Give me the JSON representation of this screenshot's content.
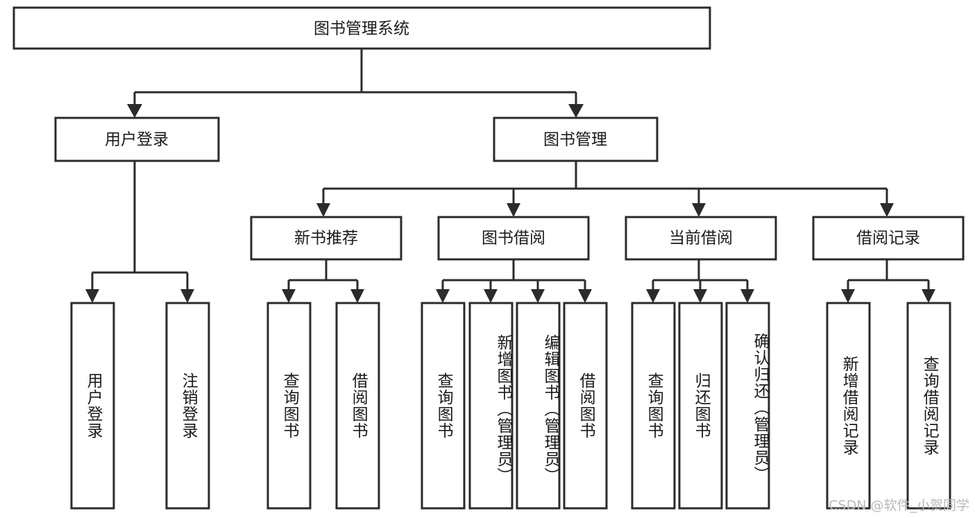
{
  "diagram": {
    "type": "tree",
    "title": "图书管理系统",
    "orientation": "top-down",
    "colors": {
      "box_stroke": "#2b2b2b",
      "box_fill": "#ffffff",
      "text": "#1a1a1a",
      "background": "#ffffff",
      "watermark": "#b9b9b9"
    },
    "root": {
      "id": "root",
      "label": "图书管理系统",
      "orientation": "horizontal"
    },
    "level1": [
      {
        "id": "user-login",
        "label": "用户登录",
        "orientation": "horizontal"
      },
      {
        "id": "book-manage",
        "label": "图书管理",
        "orientation": "horizontal"
      }
    ],
    "level2": [
      {
        "id": "new-book-recommend",
        "label": "新书推荐",
        "parent": "book-manage",
        "orientation": "horizontal"
      },
      {
        "id": "book-borrow",
        "label": "图书借阅",
        "parent": "book-manage",
        "orientation": "horizontal"
      },
      {
        "id": "current-borrow",
        "label": "当前借阅",
        "parent": "book-manage",
        "orientation": "horizontal"
      },
      {
        "id": "borrow-record",
        "label": "借阅记录",
        "parent": "book-manage",
        "orientation": "horizontal"
      }
    ],
    "leaves": [
      {
        "id": "leaf-user-login",
        "label": "用户登录",
        "parent": "user-login",
        "orientation": "vertical"
      },
      {
        "id": "leaf-logout-login",
        "label": "注销登录",
        "parent": "user-login",
        "orientation": "vertical"
      },
      {
        "id": "leaf-query-book-1",
        "label": "查询图书",
        "parent": "new-book-recommend",
        "orientation": "vertical"
      },
      {
        "id": "leaf-borrow-book-1",
        "label": "借阅图书",
        "parent": "new-book-recommend",
        "orientation": "vertical"
      },
      {
        "id": "leaf-query-book-2",
        "label": "查询图书",
        "parent": "book-borrow",
        "orientation": "vertical"
      },
      {
        "id": "leaf-add-book",
        "label": "新增图书（管理员）",
        "parent": "book-borrow",
        "orientation": "vertical"
      },
      {
        "id": "leaf-edit-book",
        "label": "编辑图书（管理员）",
        "parent": "book-borrow",
        "orientation": "vertical"
      },
      {
        "id": "leaf-borrow-book-2",
        "label": "借阅图书",
        "parent": "book-borrow",
        "orientation": "vertical"
      },
      {
        "id": "leaf-query-book-3",
        "label": "查询图书",
        "parent": "current-borrow",
        "orientation": "vertical"
      },
      {
        "id": "leaf-return-book",
        "label": "归还图书",
        "parent": "current-borrow",
        "orientation": "vertical"
      },
      {
        "id": "leaf-confirm-return",
        "label": "确认归还（管理员）",
        "parent": "current-borrow",
        "orientation": "vertical"
      },
      {
        "id": "leaf-add-record",
        "label": "新增借阅记录",
        "parent": "borrow-record",
        "orientation": "vertical"
      },
      {
        "id": "leaf-query-record",
        "label": "查询借阅记录",
        "parent": "borrow-record",
        "orientation": "vertical"
      }
    ],
    "watermark": "CSDN @软件_小贺同学"
  }
}
